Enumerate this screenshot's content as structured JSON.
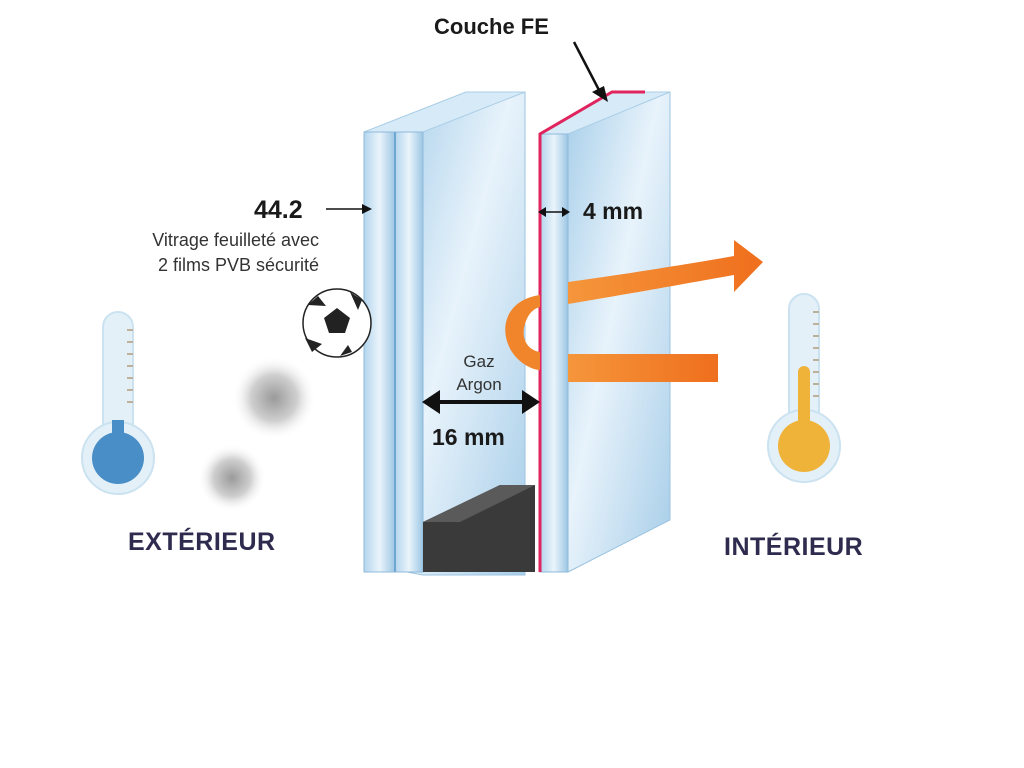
{
  "labels": {
    "low_e_coating": "Couche FE",
    "laminated_thickness": "44.2",
    "laminated_description_line1": "Vitrage feuilleté avec",
    "laminated_description_line2": "2 films PVB sécurité",
    "inner_pane_thickness": "4 mm",
    "gas_line1": "Gaz",
    "gas_line2": "Argon",
    "gap_width": "16 mm",
    "exterior": "EXTÉRIEUR",
    "interior": "INTÉRIEUR"
  },
  "colors": {
    "glass_face": "#b7d8ee",
    "glass_edge": "#8fbfdf",
    "low_e_coating": "#e0245e",
    "heat_arrow": "#f07a22",
    "cold_thermometer": "#4a8ec7",
    "warm_thermometer": "#f0b33a",
    "spacer": "#3a3a3a",
    "zone_text": "#2e2b4e"
  },
  "thermometers": {
    "exterior_level": 0.05,
    "interior_level": 0.55
  }
}
